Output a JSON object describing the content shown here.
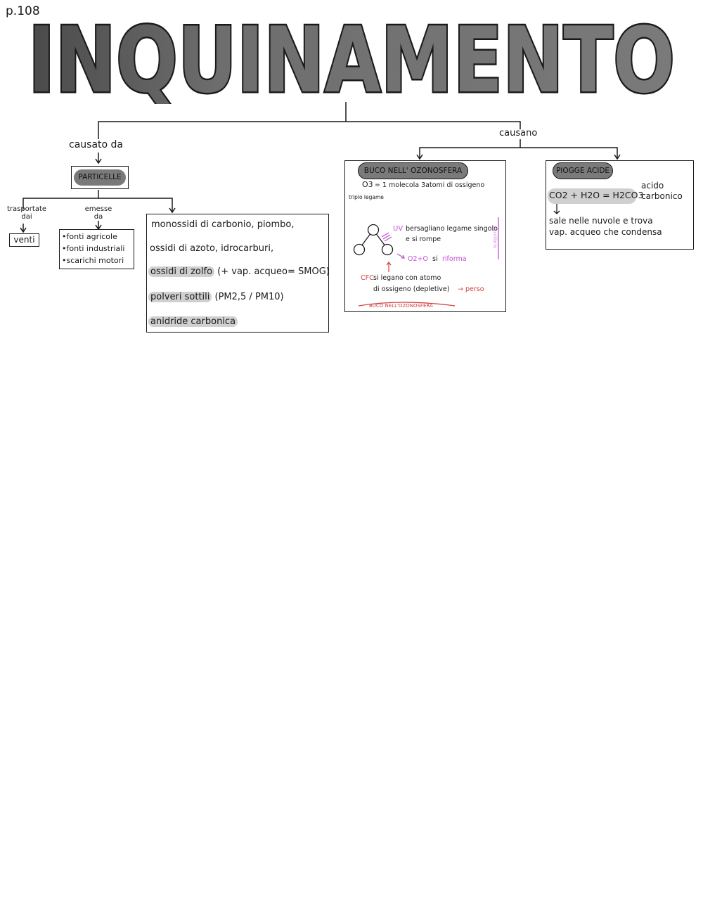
{
  "page_number": "p.108",
  "title": "INQUINAMENTO",
  "colors": {
    "ink": "#1a1a1a",
    "bubble_fill": "#7a7a7a",
    "bubble_shadow": "#4a4a4a",
    "highlight": "#d0d0d0",
    "purple": "#c050d0",
    "red": "#d04040"
  },
  "left_branch": {
    "connector": "causato da",
    "node": "PARTICELLE",
    "sub1": {
      "label": "trasportate\ndai",
      "label_line1": "trasportate",
      "label_line2": "dai",
      "box": "venti"
    },
    "sub2": {
      "label_line1": "emesse",
      "label_line2": "da",
      "items": [
        "•fonti agricole",
        "•fonti industriali",
        "•scarichi motori"
      ]
    },
    "list": [
      "monossidi di carbonio, piombo,",
      "ossidi di azoto, idrocarburi,",
      "ossidi di zolfo",
      "(+ vap. acqueo= SMOG)",
      "polveri sottili",
      "(PM2,5 / PM10)",
      "anidride carbonica"
    ]
  },
  "right_branch": {
    "connector": "causano",
    "ozone": {
      "title": "BUCO NELL' OZONOSFERA",
      "formula": "O3",
      "formula_desc": "= 1 molecola 3atomi di ossigeno",
      "bond_note": "triplo legame",
      "uv": "UV",
      "uv_text_1": "bersagliano legame singolo",
      "uv_text_2": "e si rompe",
      "o2o": "O2+O",
      "riforma_1": "si",
      "riforma_2": "riforma",
      "side_note": "equilibrio",
      "cfc": "CFC",
      "cfc_text_1": "si legano con atomo",
      "cfc_text_2": "di ossigeno (depletive)",
      "perso": "→ perso",
      "footer": "BUCO NELL'OZONOSFERA"
    },
    "acid": {
      "title": "PIOGGE ACIDE",
      "equation": "CO2 + H2O = H2CO3",
      "label_1": "acido",
      "label_2": "carbonico",
      "text_1": "sale nelle nuvole e trova",
      "text_2": "vap. acqueo che condensa"
    }
  }
}
